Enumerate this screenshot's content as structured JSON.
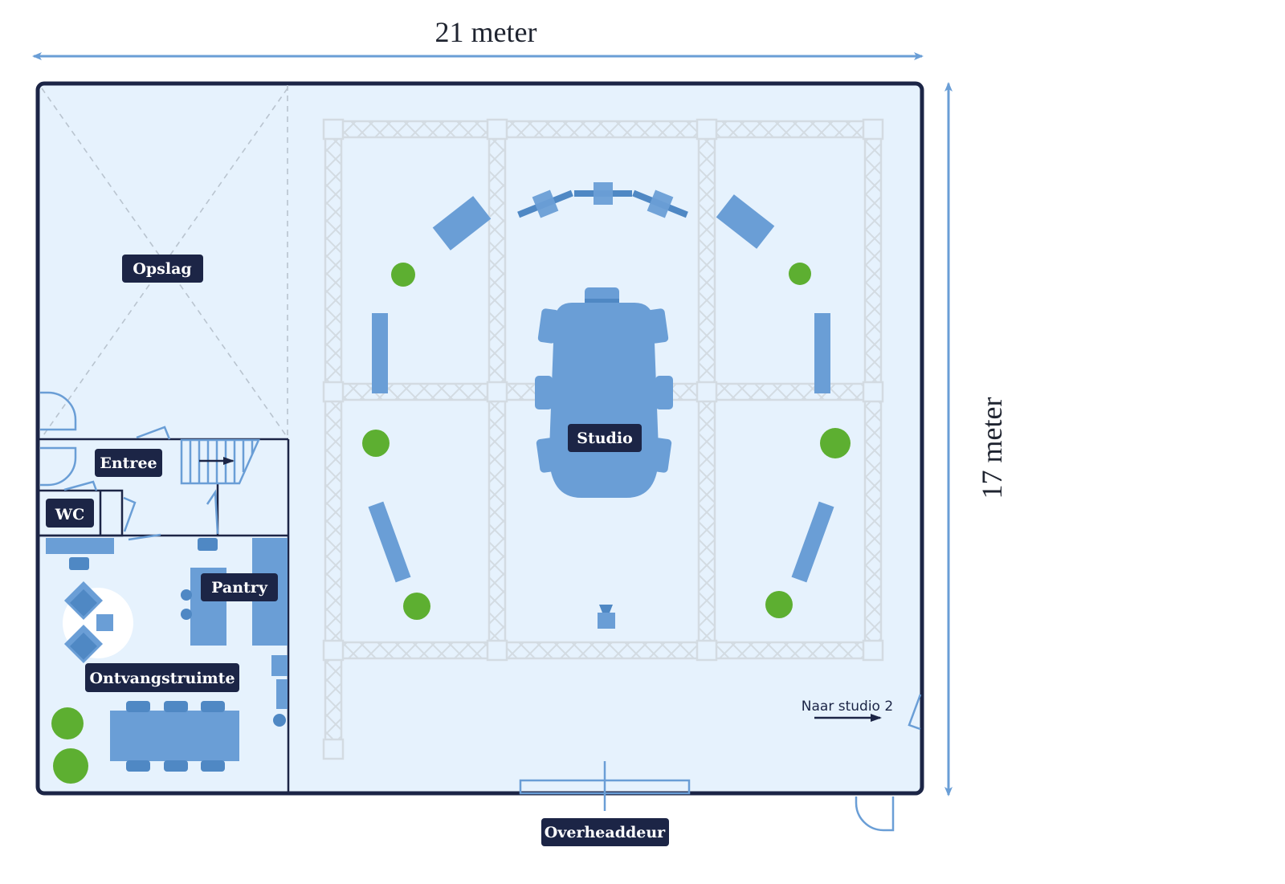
{
  "title": "Plattegrond studio",
  "dimensions": {
    "width_label": "21 meter",
    "height_label": "17 meter"
  },
  "rooms": {
    "storage": "Opslag",
    "entrance": "Entree",
    "toilet": "WC",
    "pantry": "Pantry",
    "reception": "Ontvangstruimte",
    "studio": "Studio"
  },
  "doors": {
    "overhead_door": "Overheaddeur"
  },
  "notes": {
    "to_studio_2": "Naar studio 2"
  },
  "colors": {
    "background": "#e6f2fd",
    "wall": "#1c2546",
    "furniture": "#6a9ed6",
    "furniture_dark": "#4f88c4",
    "plant": "#5daf31",
    "truss": "#d3dbe2",
    "dimension_line": "#6a9ed6",
    "label_bg": "#1c2546"
  }
}
